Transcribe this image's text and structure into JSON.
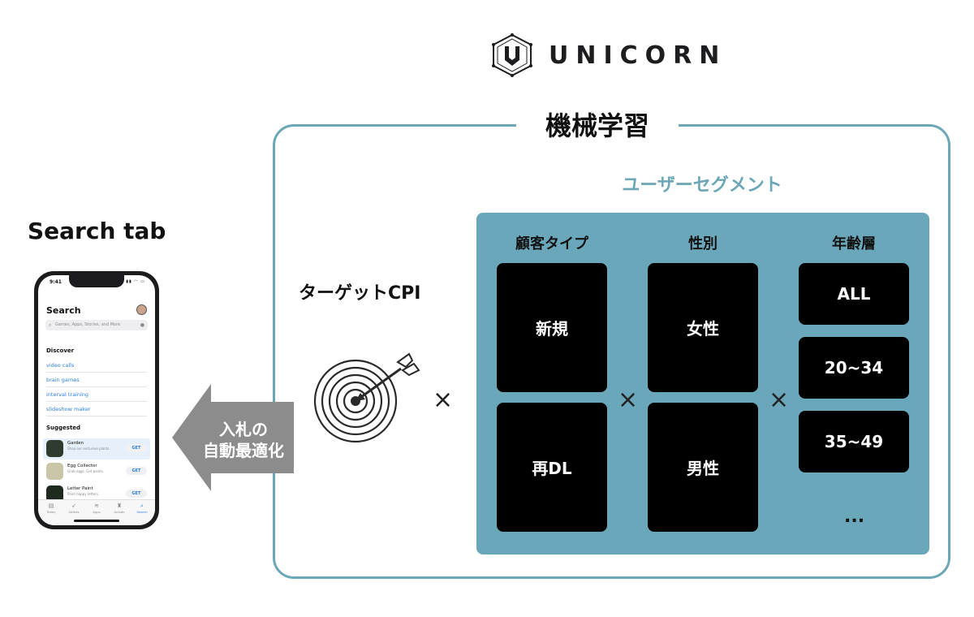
{
  "logo": {
    "text": "UNICORN"
  },
  "machine_learning": {
    "title": "機械学習",
    "segment_title": "ユーザーセグメント",
    "target_label": "ターゲットCPI",
    "multiply_sign": "×",
    "columns": [
      {
        "header": "顧客タイプ",
        "items": [
          "新規",
          "再DL"
        ]
      },
      {
        "header": "性別",
        "items": [
          "女性",
          "男性"
        ]
      },
      {
        "header": "年齢層",
        "items": [
          "ALL",
          "20~34",
          "35~49"
        ],
        "more": "..."
      }
    ]
  },
  "arrow": {
    "line1": "入札の",
    "line2": "自動最適化"
  },
  "search_tab": {
    "label": "Search tab",
    "phone": {
      "time": "9:41",
      "title": "Search",
      "search_placeholder": "Games, Apps, Stories, and More",
      "discover_title": "Discover",
      "discover_items": [
        "video calls",
        "brain games",
        "interval training",
        "slideshow maker"
      ],
      "suggested_title": "Suggested",
      "apps": [
        {
          "name": "Garden",
          "subtitle": "Shop our exclusive plants.",
          "button": "GET",
          "color": "#2f3b2f"
        },
        {
          "name": "Egg Collector",
          "subtitle": "Grab eggs. Get points.",
          "button": "GET",
          "color": "#c9c6a8"
        },
        {
          "name": "Letter Paint",
          "subtitle": "Paint happy letters.",
          "button": "GET",
          "color": "#1f2a1f"
        }
      ],
      "tabs": [
        "Today",
        "Games",
        "Apps",
        "Arcade",
        "Search"
      ]
    }
  },
  "colors": {
    "frame": "#6ba7b7",
    "panel": "#6aa7bb",
    "tile": "#000000",
    "arrow": "#8c8c8c"
  }
}
